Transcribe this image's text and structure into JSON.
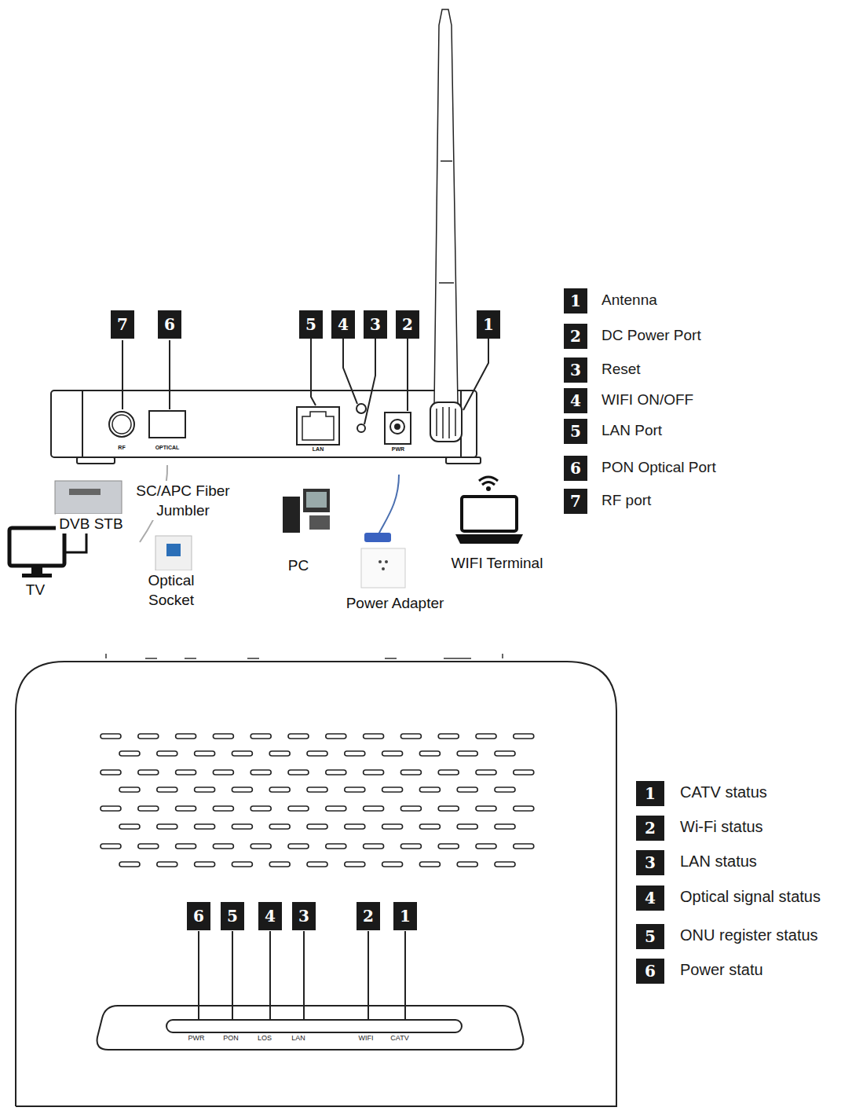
{
  "diagram": {
    "labels": [
      "7",
      "6",
      "5",
      "4",
      "3",
      "2",
      "1",
      "1",
      "Antenna",
      "2",
      "DC Power Port",
      "3",
      "Reset",
      "4",
      "WIFI ON/OFF",
      "5",
      "LAN Port",
      "6",
      "PON Optical Port",
      "7",
      "RF port",
      "RF",
      "OPTICAL",
      "LAN",
      "PWR",
      "DVB STB",
      "SC/APC Fiber Jumbler",
      "TV",
      "Optical Socket",
      "PC",
      "Power Adapter",
      "WIFI Terminal",
      "6",
      "5",
      "4",
      "3",
      "2",
      "1",
      "PWR",
      "PON",
      "LOS",
      "LAN",
      "WIFI",
      "CATV",
      "1",
      "CATV status",
      "2",
      "Wi-Fi status",
      "3",
      "LAN status",
      "4",
      "Optical signal status",
      "5",
      "ONU register status",
      "6",
      "Power statu"
    ]
  }
}
